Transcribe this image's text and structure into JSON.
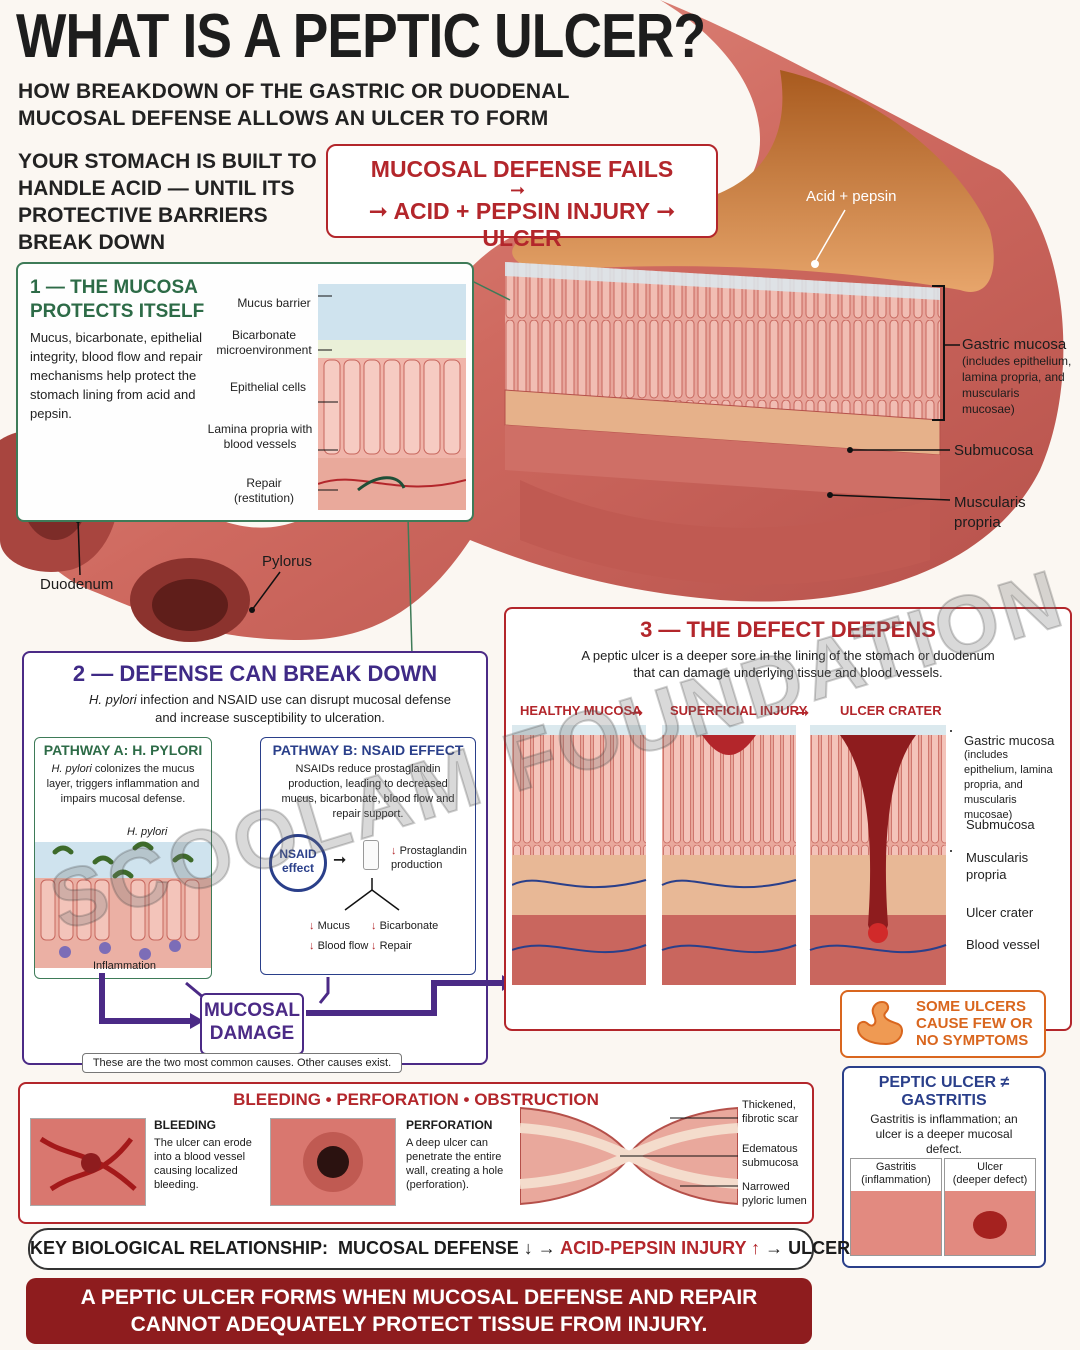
{
  "header": {
    "title": "WHAT IS A PEPTIC ULCER?",
    "subtitle_line1": "HOW BREAKDOWN OF THE GASTRIC OR DUODENAL",
    "subtitle_line2": "MUCOSAL DEFENSE ALLOWS AN ULCER TO FORM",
    "intro_line1": "YOUR STOMACH IS BUILT TO",
    "intro_line2": "HANDLE ACID — UNTIL ITS",
    "intro_line3": "PROTECTIVE BARRIERS",
    "intro_line4": "BREAK DOWN"
  },
  "defense_box": {
    "line1": "MUCOSAL DEFENSE FAILS",
    "line2": "ACID + PEPSIN INJURY",
    "line3": "ULCER"
  },
  "stomach_labels": {
    "acid": "Acid + pepsin",
    "gastric_mucosa": "Gastric mucosa",
    "gastric_mucosa_note": "(includes epithelium, lamina propria, and muscularis mucosae)",
    "submucosa": "Submucosa",
    "muscularis": "Muscularis propria",
    "duodenum": "Duodenum",
    "pylorus": "Pylorus"
  },
  "panel1": {
    "heading_line1": "1 — THE MUCOSA",
    "heading_line2": "PROTECTS ITSELF",
    "description": "Mucus, bicarbonate, epithelial integrity, blood flow and repair mechanisms help protect the stomach lining from acid and pepsin.",
    "labels": {
      "mucus": "Mucus barrier",
      "bicarbonate": "Bicarbonate microenvironment",
      "epithelial": "Epithelial cells",
      "lamina": "Lamina propria with blood vessels",
      "repair": "Repair (restitution)"
    }
  },
  "panel2": {
    "heading": "2 — DEFENSE CAN BREAK DOWN",
    "description_em": "H. pylori",
    "description_rest": " infection and NSAID use can disrupt mucosal defense and increase susceptibility to ulceration.",
    "pathway_a": {
      "heading": "PATHWAY A: H. PYLORI",
      "description_em": "H. pylori",
      "description_rest": " colonizes the mucus layer, triggers inflammation and impairs mucosal defense.",
      "bacteria_label": "H. pylori",
      "inflammation_label": "Inflammation"
    },
    "pathway_b": {
      "heading": "PATHWAY B: NSAID EFFECT",
      "description": "NSAIDs reduce prostaglandin production, leading to decreased mucus, bicarbonate, blood flow and repair support.",
      "nsaid_label_1": "NSAID",
      "nsaid_label_2": "effect",
      "prostaglandin": "Prostaglandin production",
      "mucus": "Mucus",
      "bicarbonate": "Bicarbonate",
      "blood_flow": "Blood flow",
      "repair": "Repair"
    },
    "damage_line1": "MUCOSAL",
    "damage_line2": "DAMAGE",
    "note": "These are the two most common causes. Other causes exist."
  },
  "panel3": {
    "heading": "3 — THE DEFECT DEEPENS",
    "description": "A peptic ulcer is a deeper sore in the lining of the stomach or duodenum that can damage underlying tissue and blood vessels.",
    "stage1": "HEALTHY MUCOSA",
    "stage2": "SUPERFICIAL INJURY",
    "stage3": "ULCER CRATER",
    "labels": {
      "gastric_mucosa": "Gastric mucosa",
      "gastric_mucosa_note": "(includes epithelium, lamina propria, and muscularis mucosae)",
      "submucosa": "Submucosa",
      "muscularis": "Muscularis propria",
      "crater": "Ulcer crater",
      "vessel": "Blood vessel"
    }
  },
  "symptoms": {
    "line1": "SOME ULCERS",
    "line2": "CAUSE FEW OR",
    "line3": "NO SYMPTOMS"
  },
  "gastritis": {
    "heading_line1": "PEPTIC ULCER ≠",
    "heading_line2": "GASTRITIS",
    "description": "Gastritis is inflammation; an ulcer is a deeper mucosal defect.",
    "left_label_1": "Gastritis",
    "left_label_2": "(inflammation)",
    "right_label_1": "Ulcer",
    "right_label_2": "(deeper defect)"
  },
  "complications": {
    "heading": "BLEEDING • PERFORATION • OBSTRUCTION",
    "bleeding_title": "BLEEDING",
    "bleeding_desc": "The ulcer can erode into a blood vessel causing localized bleeding.",
    "perforation_title": "PERFORATION",
    "perforation_desc": "A deep ulcer can penetrate the entire wall, creating a hole (perforation).",
    "scar": "Thickened, fibrotic scar",
    "edema": "Edematous submucosa",
    "lumen": "Narrowed pyloric lumen"
  },
  "key": {
    "prefix": "KEY BIOLOGICAL RELATIONSHIP:",
    "defense": "MUCOSAL DEFENSE ↓",
    "injury": "ACID-PEPSIN INJURY ↑",
    "ulcer": "ULCER"
  },
  "banner": {
    "line1": "A PEPTIC ULCER FORMS WHEN MUCOSAL DEFENSE AND REPAIR",
    "line2": "CANNOT ADEQUATELY PROTECT TISSUE FROM INJURY."
  },
  "watermark": "SCOOLAM FOUNDATION",
  "colors": {
    "red": "#b3262b",
    "green": "#2d6b47",
    "purple": "#4b2a86",
    "blue": "#2a3f8a",
    "orange": "#d9661e",
    "tissue": "#d9776f"
  }
}
